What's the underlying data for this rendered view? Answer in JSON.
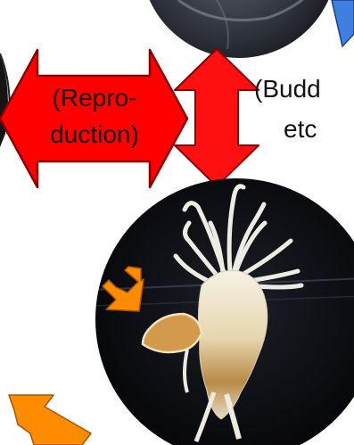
{
  "labels": {
    "reproduction_line1": "(Repro-",
    "reproduction_line2": "duction)",
    "budding_line1": "(Budd",
    "budding_line2": "etc"
  },
  "icons": {
    "big_double_arrow": "double-headed-horizontal-arrow",
    "small_double_arrow": "double-headed-vertical-arrow",
    "pointer_arrow": "diagonal-arrow",
    "corner_arrow": "diagonal-arrow",
    "blue_arrow": "arrow"
  },
  "colors": {
    "big_arrow_fill": "#ff0000",
    "small_arrow_fill": "#ff1010",
    "arrow_stroke": "#8a0000",
    "orange_arrow": "#ff8c00",
    "blue_arrow": "#3f7fe0",
    "photo_background": "#0c0c10"
  }
}
